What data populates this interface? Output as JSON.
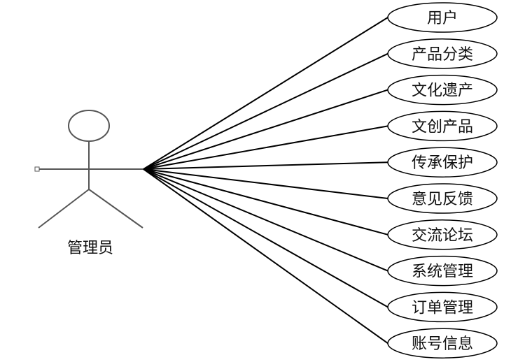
{
  "actor": {
    "label": "管理员"
  },
  "use_cases": [
    {
      "label": "用户"
    },
    {
      "label": "产品分类"
    },
    {
      "label": "文化遗产"
    },
    {
      "label": "文创产品"
    },
    {
      "label": "传承保护"
    },
    {
      "label": "意见反馈"
    },
    {
      "label": "交流论坛"
    },
    {
      "label": "系统管理"
    },
    {
      "label": "订单管理"
    },
    {
      "label": "账号信息"
    }
  ]
}
